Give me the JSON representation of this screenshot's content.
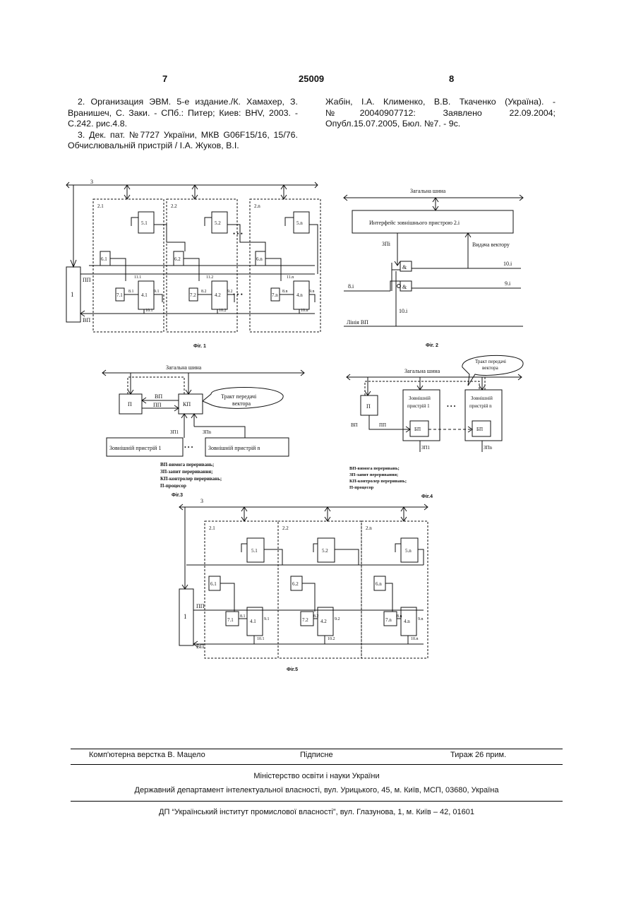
{
  "header": {
    "left_page": "7",
    "patent_number": "25009",
    "right_page": "8"
  },
  "references": {
    "left": [
      "2. Организация ЭВМ. 5-е издание./К. Хамахер, З. Вранишеч, С. Заки. - СПб.: Питер; Киев: BHV, 2003. - С.242. рис.4.8.",
      "3. Дек. пат. №7727 України, МКВ G06F15/16, 15/76. Обчислювальній пристрій / І.А. Жуков, В.І."
    ],
    "right": "Жабін, І.А. Клименко, В.В. Ткаченко (Україна). - №20040907712: Заявлено 22.09.2004; Опубл.15.07.2005, Бюл. №7. - 9с."
  },
  "fig1": {
    "caption": "Фіг. 1",
    "bus": "3",
    "cpu": "1",
    "pp": "ПП",
    "vp": "ВП",
    "dots": "• • •",
    "groups": [
      {
        "name": "2.1",
        "b5": "5.1",
        "b6": "6.1",
        "b7": "7.1",
        "b4": "4.1",
        "l8": "8.1",
        "l9": "9.1",
        "l10": "10.1",
        "l11": "11.1"
      },
      {
        "name": "2.2",
        "b5": "5.2",
        "b6": "6.2",
        "b7": "7.2",
        "b4": "4.2",
        "l8": "8.2",
        "l9": "9.2",
        "l10": "10.2",
        "l11": "11.2"
      },
      {
        "name": "2.n",
        "b5": "5.n",
        "b6": "6.n",
        "b7": "7.n",
        "b4": "4.n",
        "l8": "8.n",
        "l9": "9.n",
        "l10": "10.n",
        "l11": "11.n"
      }
    ]
  },
  "fig2": {
    "caption": "Фіг. 2",
    "bus": "Загальна шина",
    "interface": "Интерфейс зовнішнього пристрою 2.i",
    "zp": "ЗПi",
    "vector": "Видача вектору",
    "and": "&",
    "l10": "10.i",
    "l8": "8.i",
    "l9": "9.i",
    "l10b": "10.i",
    "line": "Лінія ВП"
  },
  "fig3": {
    "caption": "Фіг.3",
    "bus": "Загальна шина",
    "p": "П",
    "kp": "КП",
    "vp": "ВП",
    "pp": "ПП",
    "callout": [
      "Тракт передачі",
      "вектора"
    ],
    "zp1": "ЗП1",
    "zpn": "ЗПn",
    "dev1": "Зовнішній пристрій 1",
    "devn": "Зовнішній пристрій n",
    "dots": "• • •",
    "legend": [
      "ВП-вимога переривань;",
      "ЗП-запит переривання;",
      "КП-контролер переривань;",
      "П-процесор"
    ]
  },
  "fig4": {
    "caption": "Фіг.4",
    "bus": "Загальна шина",
    "callout": [
      "Тракт передачі",
      "вектора"
    ],
    "p": "П",
    "vp": "ВП",
    "pp": "ПП",
    "dev1": [
      "Зовнішній",
      "пристрій 1"
    ],
    "devn": [
      "Зовнішній",
      "пристрій n"
    ],
    "bp": "БП",
    "zp1": "ЗП1",
    "zpn": "ЗПn",
    "dots": "• • •",
    "legend": [
      "ВП-вимога переривань;",
      "ЗП-запит переривання;",
      "КП-контролер переривань;",
      "П-процесор"
    ]
  },
  "fig5": {
    "caption": "Фіг.5",
    "bus": "3",
    "cpu": "1",
    "pp": "ПП",
    "vp": "ВП",
    "groups": [
      {
        "name": "2.1",
        "b5": "5.1",
        "b6": "6.1",
        "b7": "7.1",
        "b4": "4.1",
        "l8": "8.1",
        "l9": "9.1",
        "l10": "10.1"
      },
      {
        "name": "2.2",
        "b5": "5.2",
        "b6": "6.2",
        "b7": "7.2",
        "b4": "4.2",
        "l8": "8.2",
        "l9": "9.2",
        "l10": "10.2"
      },
      {
        "name": "2.n",
        "b5": "5.n",
        "b6": "6.n",
        "b7": "7.n",
        "b4": "4.n",
        "l8": "8.n",
        "l9": "9.n",
        "l10": "10.n"
      }
    ]
  },
  "footer": {
    "typeset": "Комп'ютерна верстка В. Мацело",
    "signed": "Підписне",
    "copies": "Тираж 26 прим.",
    "ministry": "Міністерство освіти і науки України",
    "department": "Державний департамент інтелектуальної власності, вул. Урицького, 45, м. Київ, МСП, 03680, Україна",
    "institute": "ДП “Український інститут промислової власності”, вул. Глазунова, 1, м. Київ – 42, 01601"
  }
}
